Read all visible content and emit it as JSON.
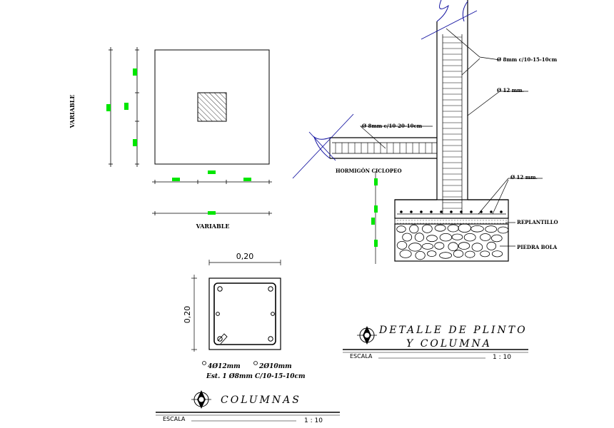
{
  "plan": {
    "label_vertical": "VARIABLE",
    "label_horizontal": "VARIABLE"
  },
  "section": {
    "callout_stirrups_column": "Ø 8mm c/10-15-10cm",
    "callout_bar_column": "Ø 12 mm.",
    "callout_stirrups_beam": "Ø 8mm c/10-20-10cm",
    "callout_concrete": "HORMIGÓN CICLOPEO",
    "callout_bar_footing": "Ø 12 mm.",
    "callout_replantillo": "REPLANTILLO",
    "callout_stone": "PIEDRA BOLA"
  },
  "column_detail": {
    "dim_width": "0,20",
    "dim_height": "0,20",
    "rebar_main": "4Ø12mm",
    "rebar_secondary": "2Ø10mm",
    "stirrups": "Est. 1 Ø8mm C/10-15-10cm"
  },
  "title_column": {
    "title": "COLUMNAS",
    "scale_label": "ESCALA",
    "scale_value": "1 : 10"
  },
  "title_plinth": {
    "title_line1": "DETALLE DE PLINTO",
    "title_line2": "Y COLUMNA",
    "scale_label": "ESCALA",
    "scale_value": "1 : 10"
  },
  "colors": {
    "line": "#000000",
    "marker": "#00e600",
    "cut_line": "#1010a0"
  }
}
